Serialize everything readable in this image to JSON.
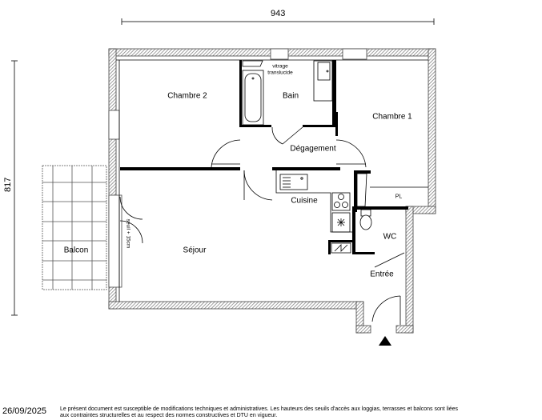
{
  "plan": {
    "dimensions": {
      "width": "943",
      "height": "817"
    },
    "rooms": [
      {
        "id": "chambre2",
        "label": "Chambre 2"
      },
      {
        "id": "bain",
        "label": "Bain"
      },
      {
        "id": "chambre1",
        "label": "Chambre 1"
      },
      {
        "id": "degagement",
        "label": "Dégagement"
      },
      {
        "id": "cuisine",
        "label": "Cuisine"
      },
      {
        "id": "pl",
        "label": "PL"
      },
      {
        "id": "wc",
        "label": "WC"
      },
      {
        "id": "sejour",
        "label": "Séjour"
      },
      {
        "id": "balcon",
        "label": "Balcon"
      },
      {
        "id": "entree",
        "label": "Entrée"
      }
    ],
    "annotations": {
      "vitrage_line1": "vitrage",
      "vitrage_line2": "translucide",
      "seuil": "seuil + 15cm"
    },
    "entrance_marker": "entrance-arrow"
  },
  "footer": {
    "date": "26/09/2025",
    "note_line1": "Le présent document est susceptible de modifications techniques et administratives. Les hauteurs des seuils d'accès aux loggias, terrasses et balcons sont liées",
    "note_line2": "aux contraintes structurelles et au respect des normes constructives et DTU en vigueur."
  },
  "colors": {
    "wall": "#000000",
    "hatch": "#8a8a8a",
    "background": "#ffffff"
  }
}
